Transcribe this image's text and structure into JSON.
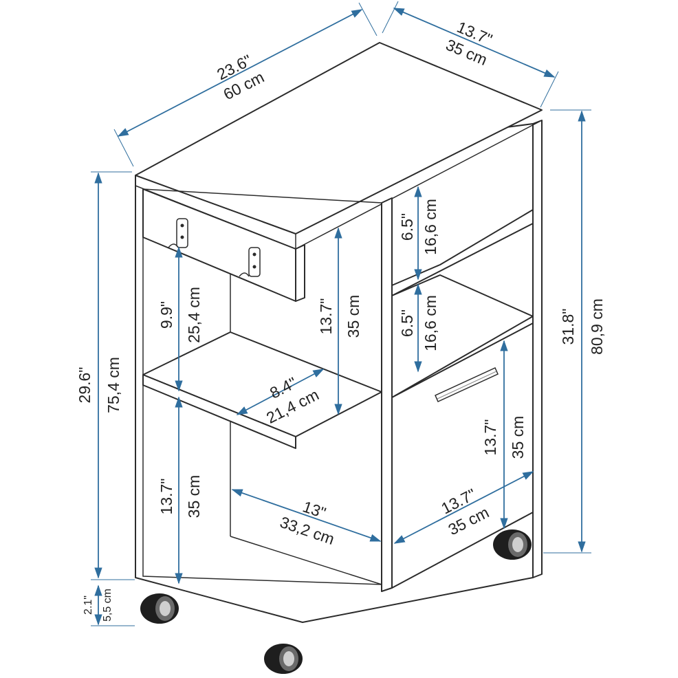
{
  "colors": {
    "dimension_line": "#2f6e9e",
    "outline": "#2b2b2b",
    "wheel": "#1e1e1e"
  },
  "dimensions": {
    "top_width": {
      "in": "23.6\"",
      "cm": "60 cm"
    },
    "top_depth": {
      "in": "13.7\"",
      "cm": "35 cm"
    },
    "total_height": {
      "in": "31.8\"",
      "cm": "80,9 cm"
    },
    "body_height": {
      "in": "29.6\"",
      "cm": "75,4 cm"
    },
    "wheel_height": {
      "in": "2.1\"",
      "cm": "5,5 cm"
    },
    "upper_left_gap": {
      "in": "9.9\"",
      "cm": "25,4 cm"
    },
    "lower_left_gap": {
      "in": "13.7\"",
      "cm": "35 cm"
    },
    "shelf_depth": {
      "in": "8.4\"",
      "cm": "21,4 cm"
    },
    "mid_height": {
      "in": "13.7\"",
      "cm": "35 cm"
    },
    "right_upper_cell": {
      "in": "6.5\"",
      "cm": "16,6 cm"
    },
    "right_mid_cell": {
      "in": "6.5\"",
      "cm": "16,6 cm"
    },
    "door_height": {
      "in": "13.7\"",
      "cm": "35 cm"
    },
    "left_width": {
      "in": "13\"",
      "cm": "33,2 cm"
    },
    "door_width": {
      "in": "13.7\"",
      "cm": "35 cm"
    }
  }
}
